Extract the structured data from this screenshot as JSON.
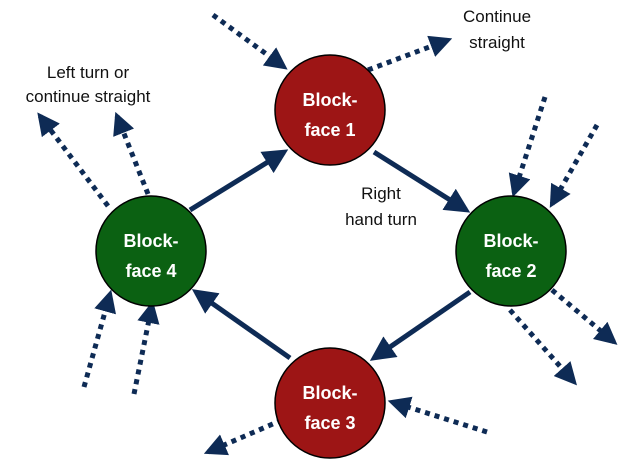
{
  "colors": {
    "red_node": "#9d1515",
    "green_node": "#0b6112",
    "node_border": "#000000",
    "arrow": "#0e2b55",
    "text_dark": "#111111"
  },
  "nodes": {
    "b1": {
      "line1": "Block-",
      "line2": "face 1"
    },
    "b2": {
      "line1": "Block-",
      "line2": "face 2"
    },
    "b3": {
      "line1": "Block-",
      "line2": "face 3"
    },
    "b4": {
      "line1": "Block-",
      "line2": "face 4"
    }
  },
  "annotations": {
    "continue": {
      "line1": "Continue",
      "line2": "straight"
    },
    "left_turn": {
      "line1": "Left turn or",
      "line2": "continue straight"
    },
    "right_turn": {
      "line1": "Right",
      "line2": "hand turn"
    }
  }
}
